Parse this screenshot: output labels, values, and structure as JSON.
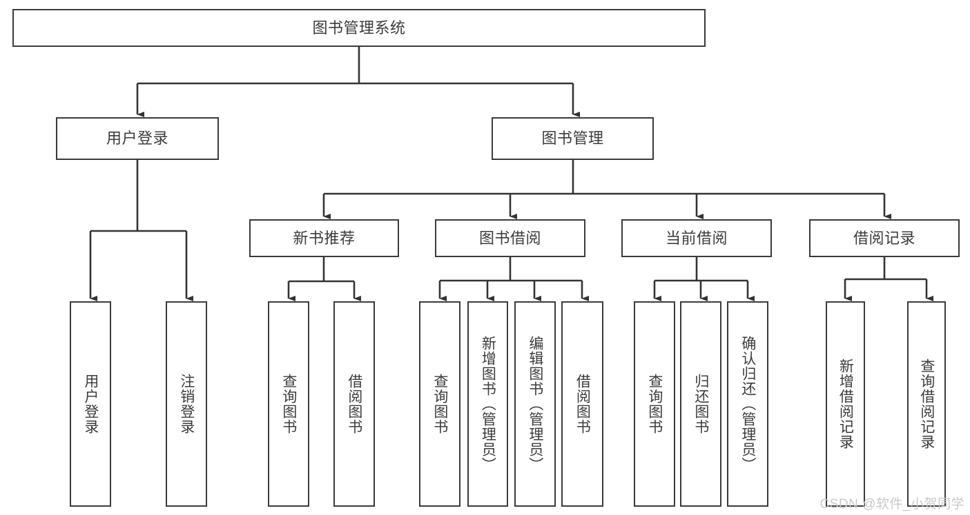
{
  "diagram": {
    "title_node": {
      "label": "图书管理系统"
    },
    "watermark": "CSDN @软件_小贺同学",
    "nodes": {
      "root": {
        "label": "图书管理系统",
        "level": 1,
        "orientation": "horizontal"
      },
      "user_login": {
        "label": "用户登录",
        "level": 2,
        "orientation": "horizontal"
      },
      "book_manage": {
        "label": "图书管理",
        "level": 2,
        "orientation": "horizontal"
      },
      "new_book_rec": {
        "label": "新书推荐",
        "level": 3,
        "orientation": "horizontal"
      },
      "book_borrow": {
        "label": "图书借阅",
        "level": 3,
        "orientation": "horizontal"
      },
      "current_borrow": {
        "label": "当前借阅",
        "level": 3,
        "orientation": "horizontal"
      },
      "borrow_record": {
        "label": "借阅记录",
        "level": 3,
        "orientation": "horizontal"
      },
      "leaf_user_login": {
        "label": "用户登录",
        "level": 3,
        "orientation": "vertical"
      },
      "leaf_logout": {
        "label": "注销登录",
        "level": 3,
        "orientation": "vertical"
      },
      "leaf_query_book_1": {
        "label": "查询图书",
        "level": 4,
        "orientation": "vertical"
      },
      "leaf_borrow_book_1": {
        "label": "借阅图书",
        "level": 4,
        "orientation": "vertical"
      },
      "leaf_query_book_2": {
        "label": "查询图书",
        "level": 4,
        "orientation": "vertical"
      },
      "leaf_add_book": {
        "label": "新增图书（管理员）",
        "level": 4,
        "orientation": "vertical"
      },
      "leaf_edit_book": {
        "label": "编辑图书（管理员）",
        "level": 4,
        "orientation": "vertical"
      },
      "leaf_borrow_book_2": {
        "label": "借阅图书",
        "level": 4,
        "orientation": "vertical"
      },
      "leaf_query_book_3": {
        "label": "查询图书",
        "level": 4,
        "orientation": "vertical"
      },
      "leaf_return_book": {
        "label": "归还图书",
        "level": 4,
        "orientation": "vertical"
      },
      "leaf_confirm_return": {
        "label": "确认归还（管理员）",
        "level": 4,
        "orientation": "vertical"
      },
      "leaf_add_record": {
        "label": "新增借阅记录",
        "level": 4,
        "orientation": "vertical"
      },
      "leaf_query_record": {
        "label": "查询借阅记录",
        "level": 4,
        "orientation": "vertical"
      }
    },
    "edges": [
      {
        "from": "root",
        "to": "user_login"
      },
      {
        "from": "root",
        "to": "book_manage"
      },
      {
        "from": "user_login",
        "to": "leaf_user_login"
      },
      {
        "from": "user_login",
        "to": "leaf_logout"
      },
      {
        "from": "book_manage",
        "to": "new_book_rec"
      },
      {
        "from": "book_manage",
        "to": "book_borrow"
      },
      {
        "from": "book_manage",
        "to": "current_borrow"
      },
      {
        "from": "book_manage",
        "to": "borrow_record"
      },
      {
        "from": "new_book_rec",
        "to": "leaf_query_book_1"
      },
      {
        "from": "new_book_rec",
        "to": "leaf_borrow_book_1"
      },
      {
        "from": "book_borrow",
        "to": "leaf_query_book_2"
      },
      {
        "from": "book_borrow",
        "to": "leaf_add_book"
      },
      {
        "from": "book_borrow",
        "to": "leaf_edit_book"
      },
      {
        "from": "book_borrow",
        "to": "leaf_borrow_book_2"
      },
      {
        "from": "current_borrow",
        "to": "leaf_query_book_3"
      },
      {
        "from": "current_borrow",
        "to": "leaf_return_book"
      },
      {
        "from": "current_borrow",
        "to": "leaf_confirm_return"
      },
      {
        "from": "borrow_record",
        "to": "leaf_add_record"
      },
      {
        "from": "borrow_record",
        "to": "leaf_query_record"
      }
    ],
    "colors": {
      "box_stroke": "#3a3a3a",
      "box_fill": "#ffffff",
      "connector": "#333333",
      "text": "#3b3b3b",
      "watermark": "#c9c9c9",
      "background": "#ffffff"
    }
  }
}
